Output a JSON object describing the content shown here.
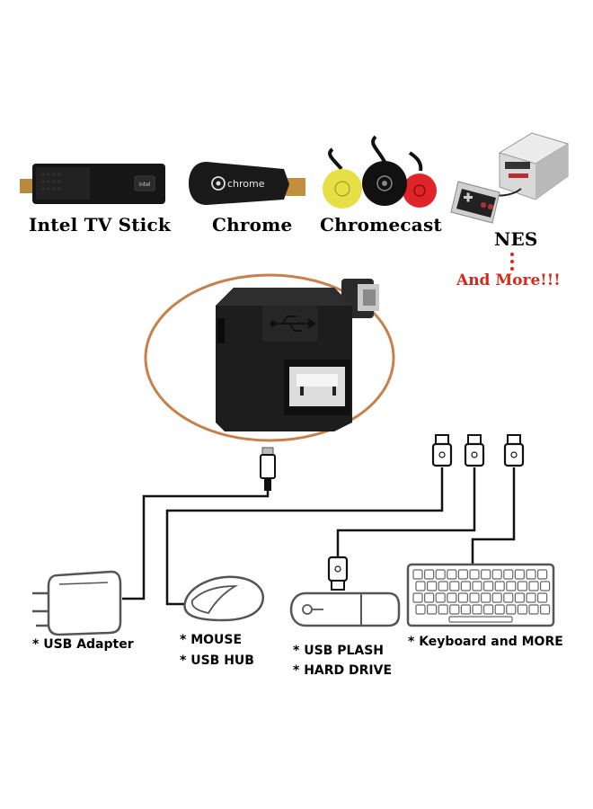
{
  "devices": {
    "intel": {
      "label": "Intel TV Stick"
    },
    "chrome": {
      "label": "Chrome",
      "stick_text": "chrome"
    },
    "chromecast": {
      "label": "Chromecast"
    },
    "nes": {
      "label": "NES"
    }
  },
  "more_label": "And More!!!",
  "accessories": {
    "usb_adapter": "* USB Adapter",
    "mouse": "* MOUSE",
    "usb_hub": "* USB HUB",
    "usb_flash": "* USB PLASH",
    "hard_drive": "* HARD DRIVE",
    "keyboard": "* Keyboard and MORE"
  },
  "colors": {
    "ellipse": "#c8804a",
    "more_text": "#d32a1a",
    "chromecast_yellow": "#e6e046",
    "chromecast_red": "#e0242a",
    "adapter_black": "#1d1d1d",
    "line": "#111111",
    "outline_gray": "#555555"
  },
  "icons": [
    "usb-logo-icon",
    "chrome-logo-icon",
    "usb-symbol-icon",
    "power-plug-icon",
    "mouse-icon",
    "usb-flash-icon",
    "keyboard-icon"
  ]
}
